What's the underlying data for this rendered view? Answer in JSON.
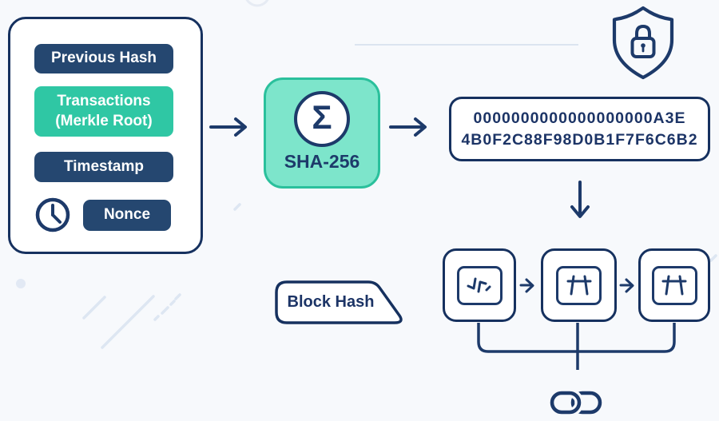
{
  "block_header": {
    "fields": [
      {
        "id": "previous-hash",
        "label": "Previous Hash",
        "color": "navy"
      },
      {
        "id": "transactions",
        "label": "Transactions\n(Merkle Root)",
        "color": "teal"
      },
      {
        "id": "timestamp",
        "label": "Timestamp",
        "color": "navy"
      },
      {
        "id": "nonce",
        "label": "Nonce",
        "color": "navy"
      }
    ]
  },
  "hash_function": {
    "symbol": "Σ",
    "label": "SHA-256"
  },
  "hash_output": {
    "line1": "0000000000000000000A3E",
    "line2": "4B0F2C88F98D0B1F7F6C6B2"
  },
  "block_hash_tag": {
    "label": "Block Hash"
  },
  "blockchain": {
    "blocks": [
      {
        "glyph": "scrambled-hash-icon"
      },
      {
        "glyph": "hash-rune-icon"
      },
      {
        "glyph": "hash-rune-icon"
      }
    ]
  },
  "icons": {
    "clock": "clock-icon",
    "shield_lock": "shield-lock-icon",
    "sigma_circle": "sigma-circle-icon",
    "chain_link": "chain-link-icon",
    "arrow_right": "→",
    "arrow_down": "↓"
  },
  "colors": {
    "background": "#f7f9fc",
    "navy_line": "#1d3a6a",
    "navy_fill": "#254770",
    "teal": "#2fc7a4",
    "teal_light": "#7de5cb",
    "teal_border": "#2bc09c",
    "hash_text": "#1c3466",
    "decoration": "#dde6f2"
  }
}
